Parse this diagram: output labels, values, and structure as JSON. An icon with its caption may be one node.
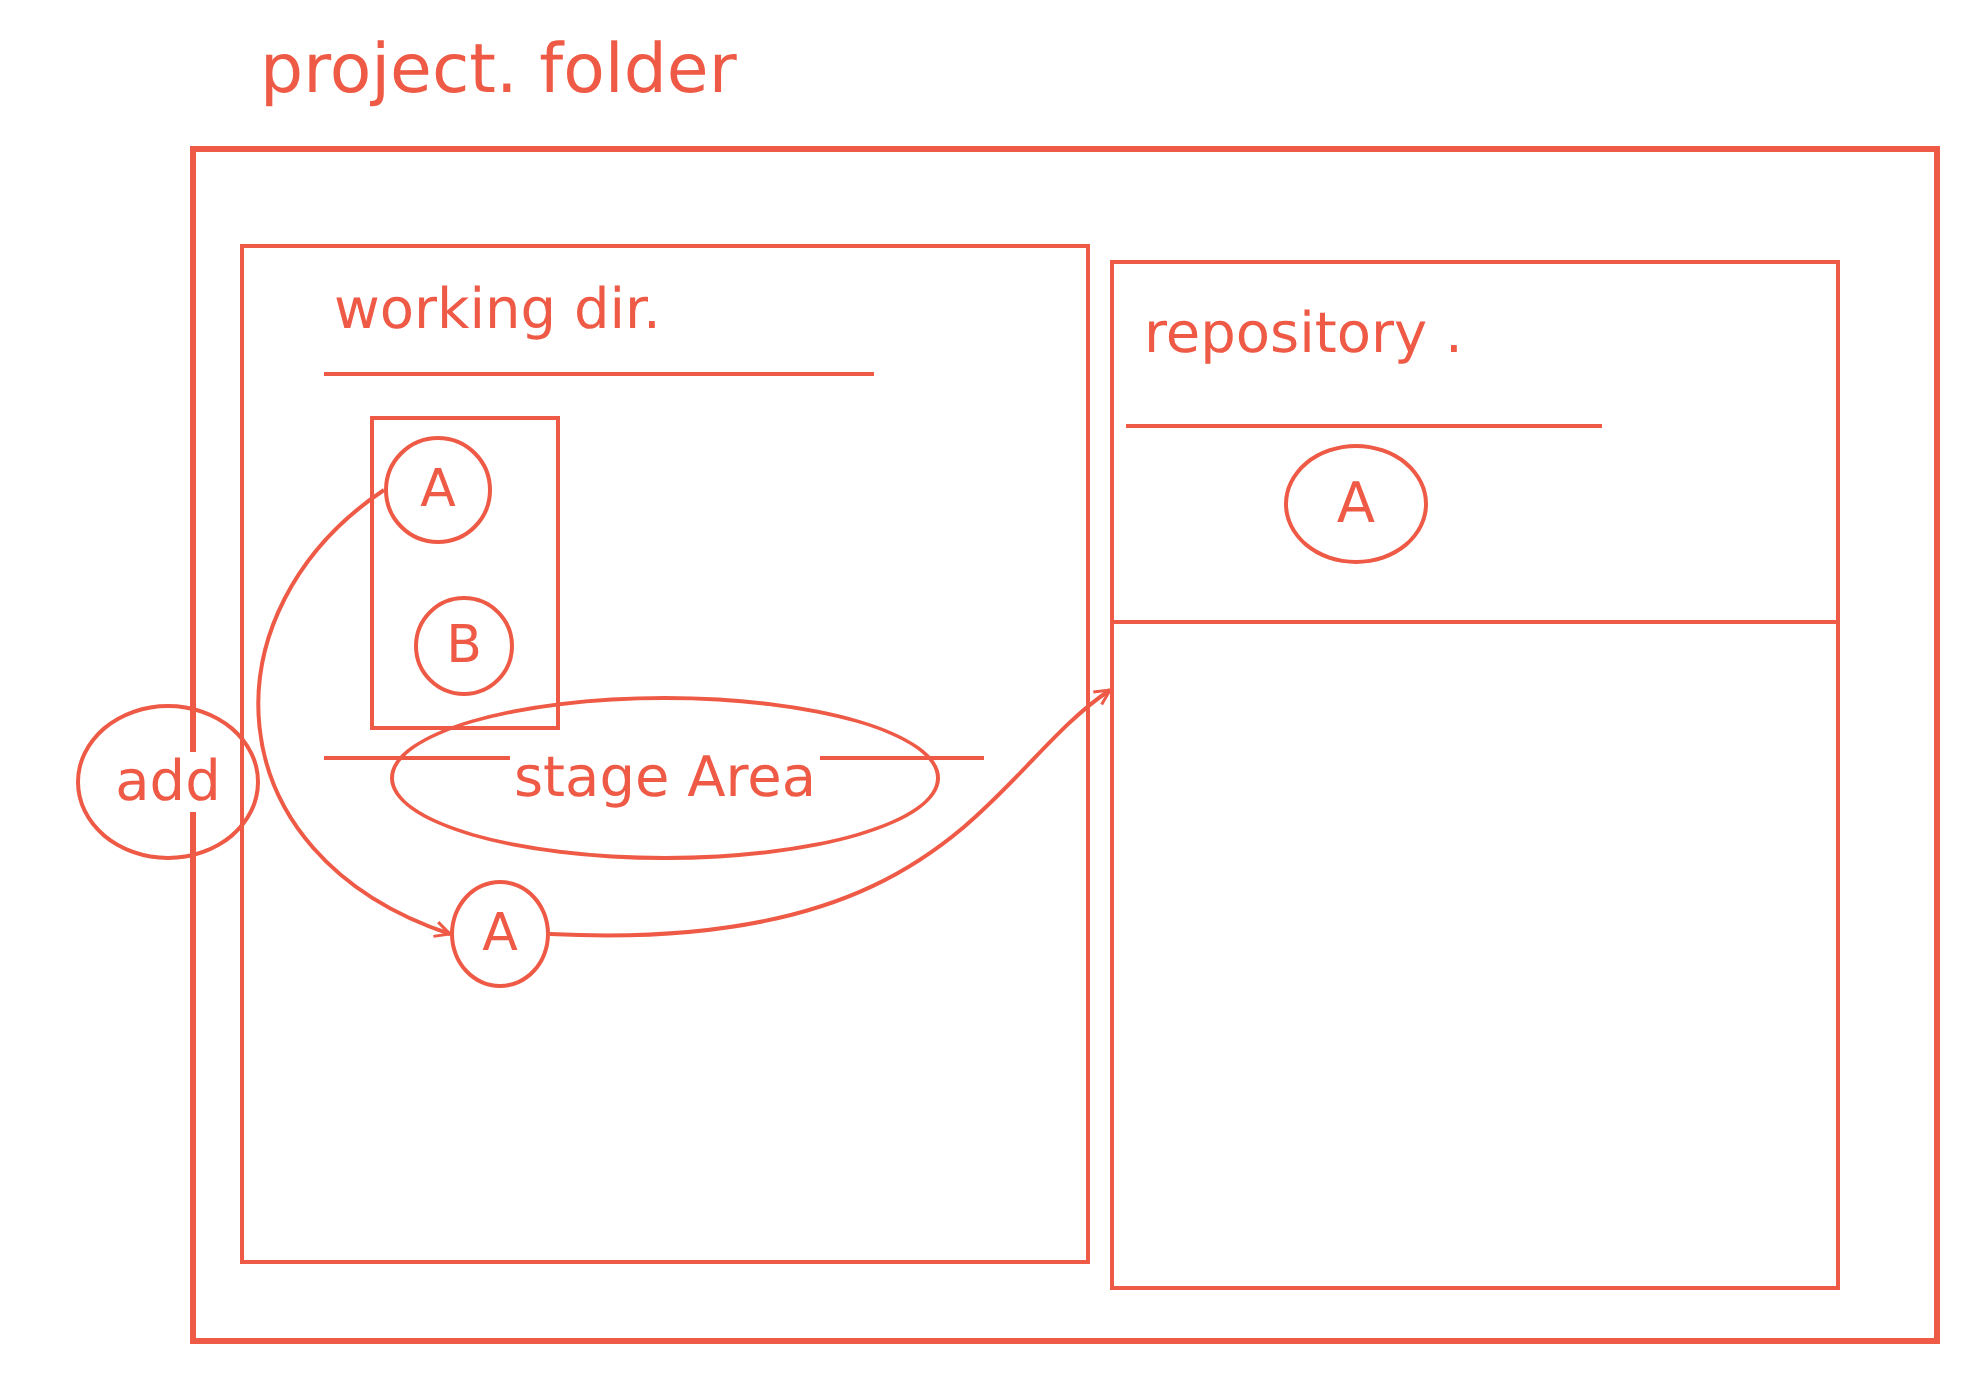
{
  "diagram": {
    "nodes": [
      {
        "text": [
          "project. folder"
        ]
      },
      {
        "text": [
          "working dir."
        ],
        "in": 0
      },
      {
        "text": [
          "repository ."
        ],
        "in": 0
      },
      {
        "text": [],
        "shape": "box",
        "in": 1
      },
      {
        "text": [
          "A"
        ],
        "in": 3
      },
      {
        "text": [
          "B"
        ],
        "in": 3
      },
      {
        "text": [
          "stage Area"
        ],
        "in": 1
      },
      {
        "text": [
          "A"
        ],
        "in": 1
      },
      {
        "text": [
          "A"
        ],
        "in": 2
      },
      {
        "text": [
          "add"
        ]
      }
    ],
    "edges": [
      {
        "from": 4,
        "to": 7,
        "arrow": "to"
      },
      {
        "from": 7,
        "to": 2,
        "arrow": "to"
      }
    ]
  }
}
